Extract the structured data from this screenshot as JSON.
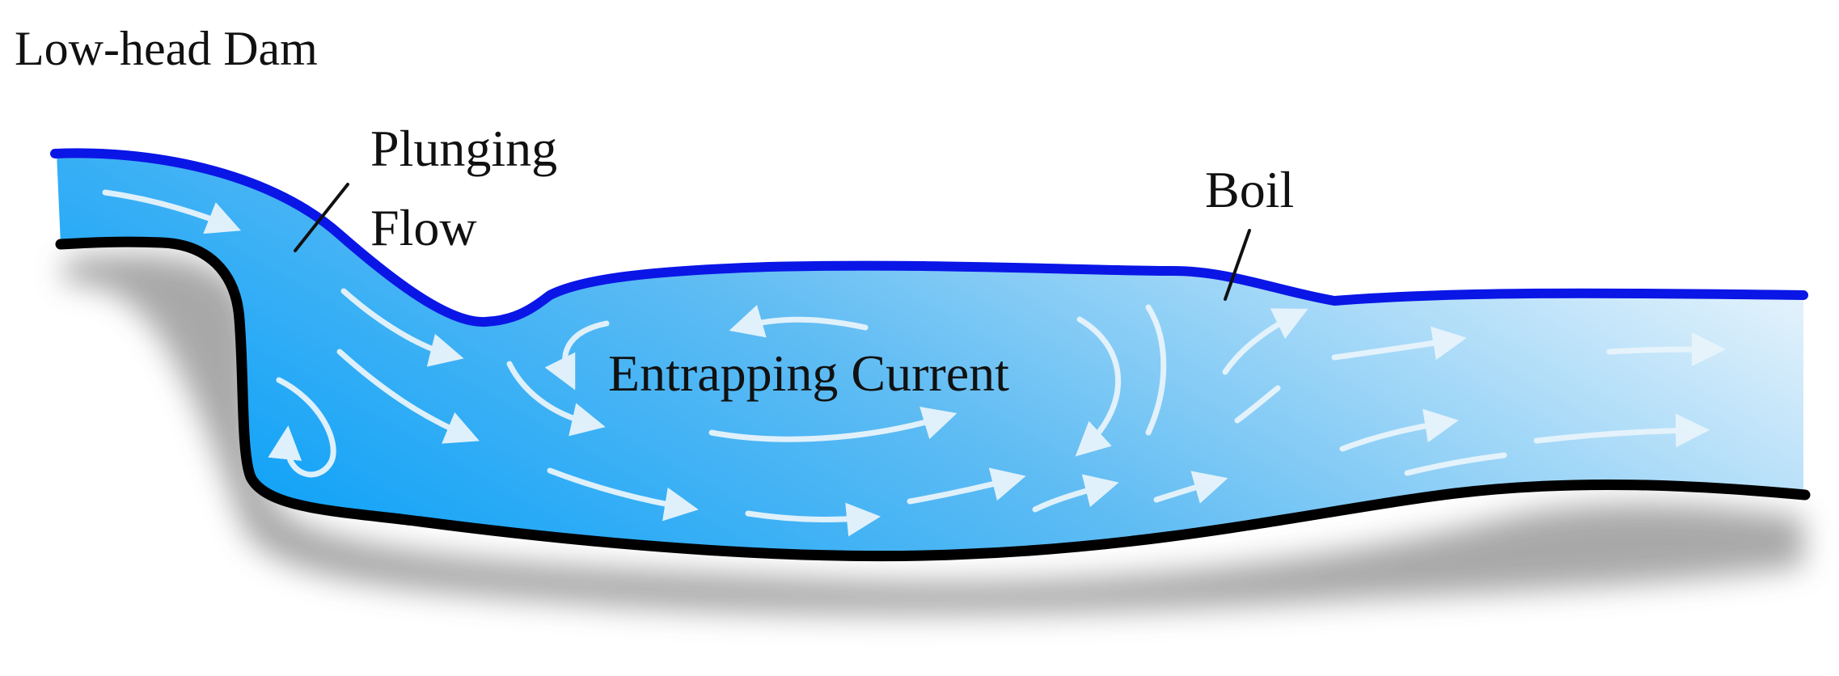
{
  "title": "Low-head Dam",
  "labels": {
    "plunging_line1": "Plunging",
    "plunging_line2": "Flow",
    "boil": "Boil",
    "entrapping": "Entrapping Current"
  },
  "colors": {
    "water_deep": "#14a4f5",
    "water_light": "#e4f2fc",
    "surface_line": "#0a16e6",
    "bed_line": "#000000",
    "shadow": "#9a9a9a",
    "arrows": "#e8f4fc"
  }
}
